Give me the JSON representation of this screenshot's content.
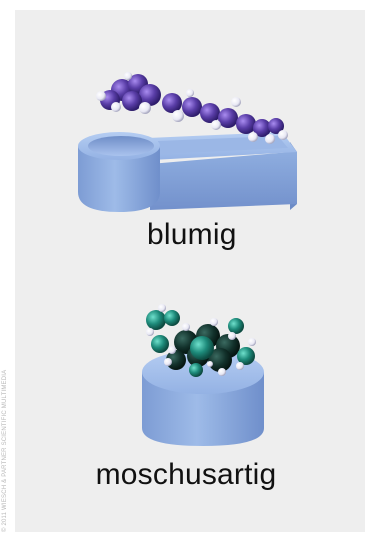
{
  "labels": {
    "floral": "blumig",
    "musky": "moschusartig"
  },
  "credit": "© 2011 WIESCH & PARTNER SCIENTIFIC MULTIMEDIA",
  "colors": {
    "background_panel": "#eeeeee",
    "receptor_blue": "#8faee0",
    "floral_molecule": "#5a3ea8",
    "musk_molecule": "#1d8a7a",
    "hydrogen": "#ffffff"
  },
  "icons": {
    "floral_molecule": "elongated-molecule-icon",
    "musk_molecule": "compact-molecule-icon",
    "floral_receptor": "keyhole-receptor-icon",
    "musk_receptor": "cylinder-receptor-icon"
  }
}
